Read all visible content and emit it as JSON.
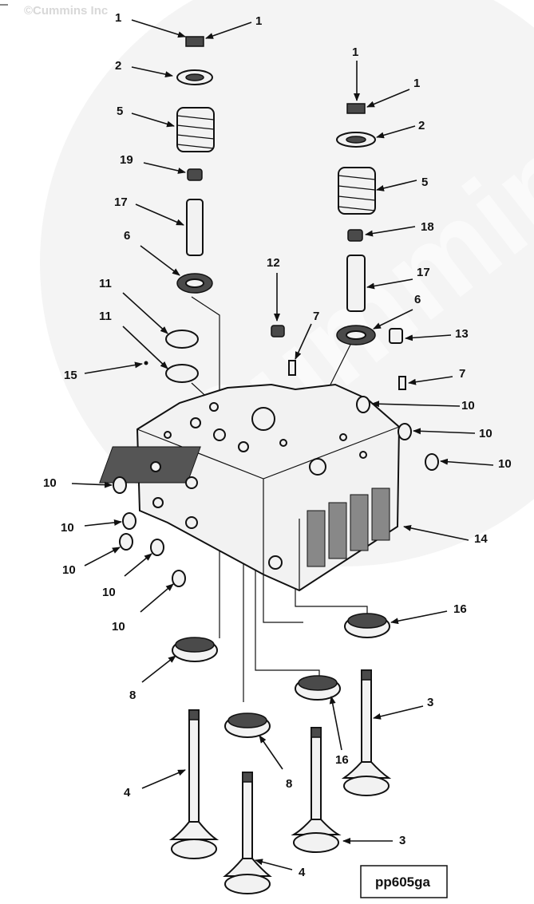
{
  "copyright": "©Cummins Inc",
  "watermark": "Cummins",
  "figure_id": "pp605ga",
  "callouts": [
    "1",
    "1",
    "2",
    "5",
    "19",
    "17",
    "6",
    "11",
    "11",
    "15",
    "1",
    "1",
    "2",
    "5",
    "18",
    "17",
    "6",
    "12",
    "7",
    "13",
    "7",
    "10",
    "10",
    "10",
    "10",
    "10",
    "10",
    "10",
    "10",
    "14",
    "16",
    "8",
    "8",
    "16",
    "3",
    "4",
    "4",
    "3"
  ]
}
